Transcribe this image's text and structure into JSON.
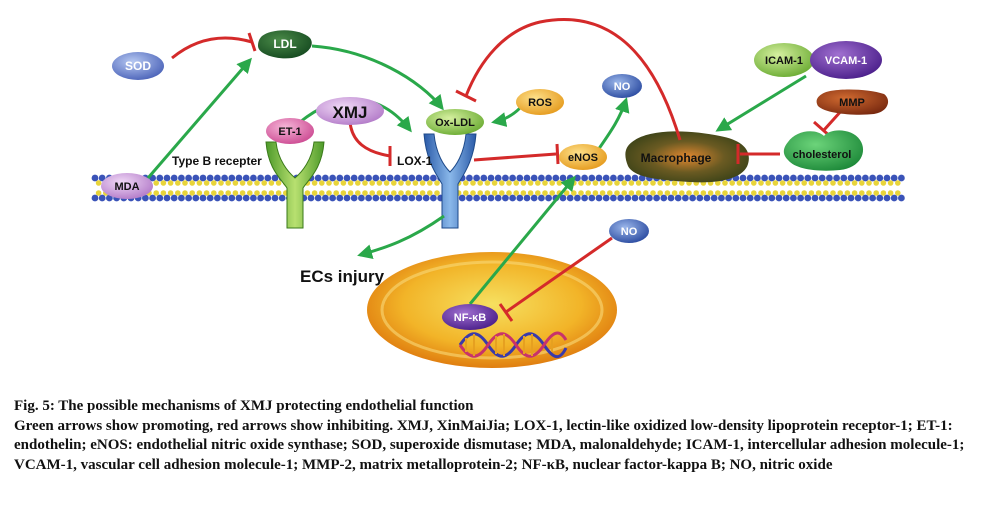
{
  "labels": {
    "ldl": "LDL",
    "sod": "SOD",
    "xmj": "XMJ",
    "et1": "ET-1",
    "oxldl": "Ox-LDL",
    "ros": "ROS",
    "no_top": "NO",
    "icam1": "ICAM-1",
    "vcam1": "VCAM-1",
    "mmp": "MMP",
    "cholesterol": "cholesterol",
    "type_b": "Type B recepter",
    "lox1": "LOX-1",
    "enos": "eNOS",
    "macrophage": "Macrophage",
    "mda": "MDA",
    "ecs_injury": "ECs injury",
    "no_bottom": "NO",
    "nfkb": "NF-κB"
  },
  "colors": {
    "promote": "#2aa84a",
    "inhibit": "#d42a2a",
    "membrane_blue": "#3a53b8",
    "membrane_yellow": "#e8d43a"
  },
  "caption": {
    "title": "Fig. 5: The possible mechanisms of XMJ protecting endothelial function",
    "body": "Green arrows show promoting, red arrows show inhibiting. XMJ, XinMaiJia; LOX-1, lectin-like oxidized low-density lipoprotein receptor-1; ET-1: endothelin; eNOS: endothelial nitric oxide synthase; SOD, superoxide dismutase; MDA, malonaldehyde; ICAM-1, intercellular adhesion molecule-1; VCAM-1, vascular cell adhesion molecule-1; MMP-2, matrix metalloprotein-2; NF-κB, nuclear factor-kappa B; NO, nitric oxide"
  }
}
